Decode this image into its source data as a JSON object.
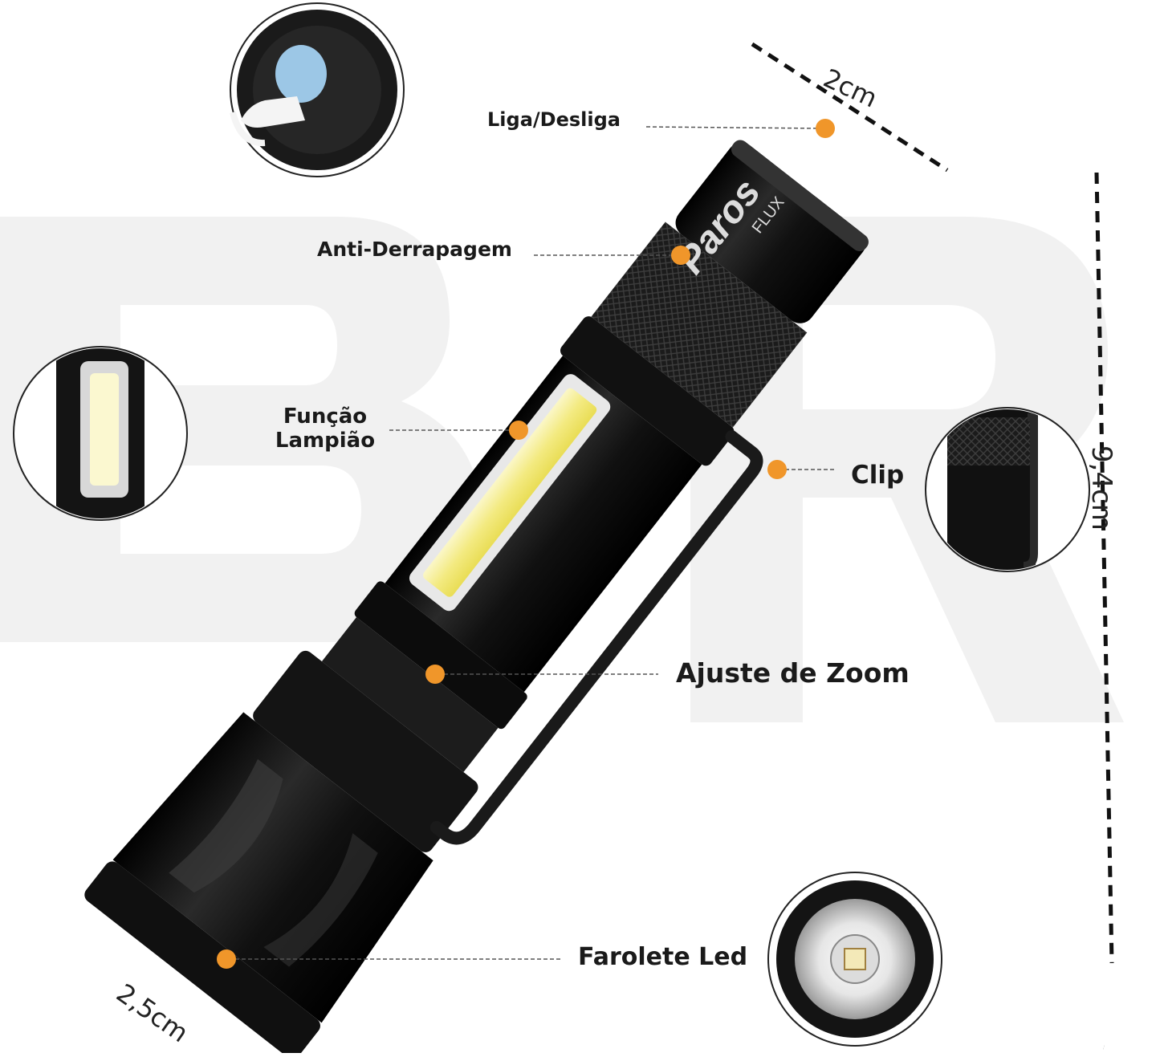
{
  "labels": {
    "liga": "Liga/Desliga",
    "anti": "Anti-Derrapagem",
    "funcao_line1": "Função",
    "funcao_line2": "Lampião",
    "clip": "Clip",
    "zoom": "Ajuste de Zoom",
    "farolete": "Farolete Led"
  },
  "dimensions": {
    "width_top": "2cm",
    "length": "9,4cm",
    "width_bottom": "2,5cm"
  },
  "logo": {
    "brand": "Paros",
    "sub": "FLUX"
  },
  "watermark": "BR",
  "colors": {
    "marker": "#f0962a",
    "body": "#151515",
    "cob": "#f2ec9a"
  }
}
